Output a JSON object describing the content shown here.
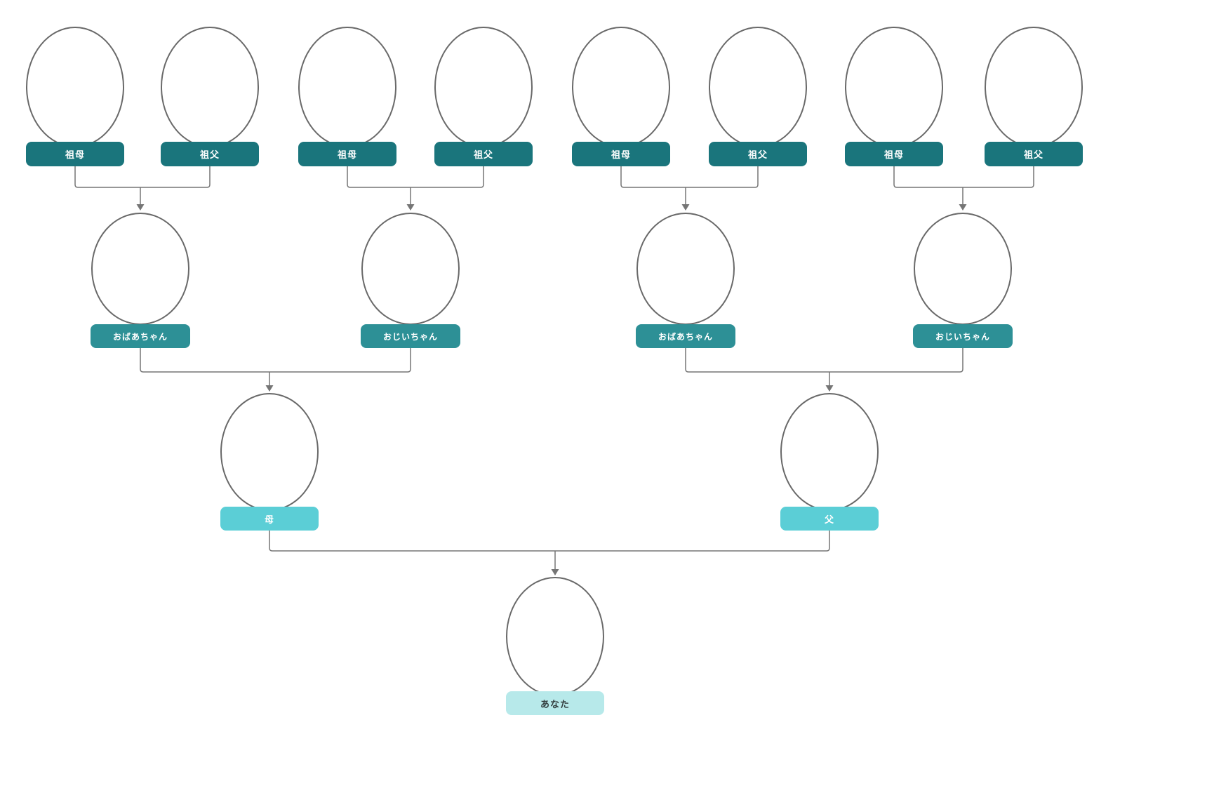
{
  "diagram": {
    "type": "family-tree",
    "background": "#ffffff",
    "colors": {
      "gen1_pill": "#1a757c",
      "gen1_text": "#ffffff",
      "gen2_pill": "#2d9096",
      "gen2_text": "#ffffff",
      "gen3_pill": "#5bced6",
      "gen3_text": "#ffffff",
      "gen4_pill": "#b7e9ea",
      "gen4_text": "#333f40",
      "ellipse_stroke": "#696969",
      "connector": "#757575"
    },
    "generation1": [
      {
        "label": "祖母"
      },
      {
        "label": "祖父"
      },
      {
        "label": "祖母"
      },
      {
        "label": "祖父"
      },
      {
        "label": "祖母"
      },
      {
        "label": "祖父"
      },
      {
        "label": "祖母"
      },
      {
        "label": "祖父"
      }
    ],
    "generation2": [
      {
        "label": "おばあちゃん"
      },
      {
        "label": "おじいちゃん"
      },
      {
        "label": "おばあちゃん"
      },
      {
        "label": "おじいちゃん"
      }
    ],
    "generation3": [
      {
        "label": "母"
      },
      {
        "label": "父"
      }
    ],
    "generation4": [
      {
        "label": "あなた"
      }
    ]
  }
}
